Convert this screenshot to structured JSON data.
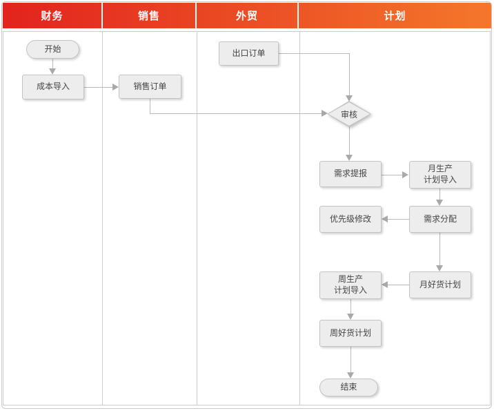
{
  "lanes": [
    {
      "label": "财务"
    },
    {
      "label": "销售"
    },
    {
      "label": "外贸"
    },
    {
      "label": "计划"
    }
  ],
  "nodes": {
    "start": "开始",
    "cost_import": "成本导入",
    "sales_order": "销售订单",
    "export_order": "出口订单",
    "review": "审核",
    "demand_report": "需求提报",
    "monthly_plan_import": "月生产\n计划导入",
    "priority_modify": "优先级修改",
    "demand_allocation": "需求分配",
    "monthly_good_plan": "月好货计划",
    "weekly_plan_import": "周生产\n计划导入",
    "weekly_good_plan": "周好货计划",
    "end": "结束"
  },
  "colors": {
    "header_gradient_start": "#e2231e",
    "header_gradient_end": "#f4772a",
    "node_fill": "#ededed",
    "node_border": "#c3c3c3",
    "line": "#b9b9b9",
    "lane_border": "#cccccc",
    "text": "#444444"
  }
}
